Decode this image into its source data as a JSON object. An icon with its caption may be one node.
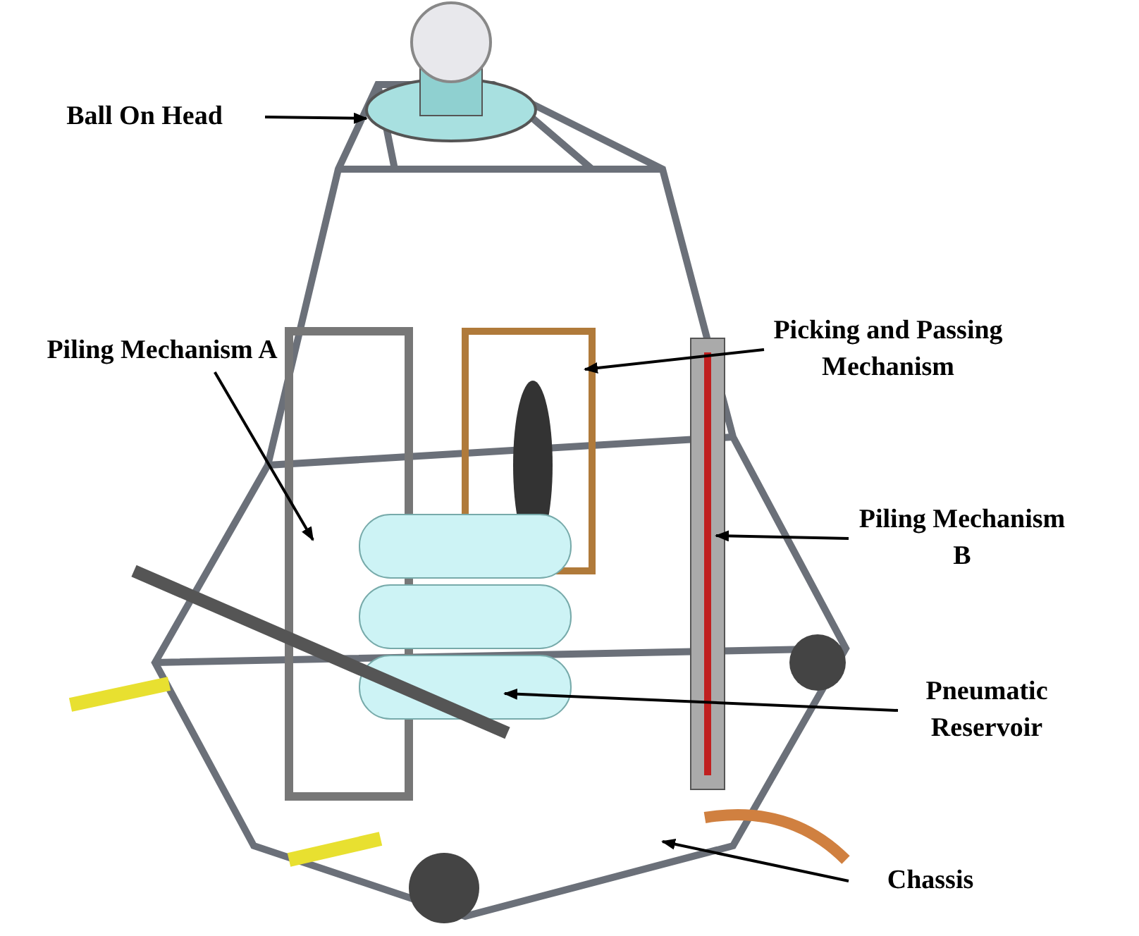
{
  "diagram": {
    "nodes": [
      {
        "text": [
          "Ball On Head"
        ]
      },
      {
        "text": [
          "Picking and Passing Mechanism"
        ]
      },
      {
        "text": [
          "Piling Mechanism A"
        ]
      },
      {
        "text": [
          "Piling Mechanism B"
        ]
      },
      {
        "text": [
          "Pneumatic Reservoir"
        ]
      },
      {
        "text": [
          "Chassis"
        ]
      }
    ],
    "edges": [
      {
        "from": 0,
        "to": null,
        "arrow": "to"
      },
      {
        "from": 1,
        "to": null,
        "arrow": "to"
      },
      {
        "from": 2,
        "to": null,
        "arrow": "to"
      },
      {
        "from": 3,
        "to": null,
        "arrow": "to"
      },
      {
        "from": 4,
        "to": null,
        "arrow": "to"
      },
      {
        "from": 5,
        "to": null,
        "arrow": "to"
      }
    ]
  }
}
